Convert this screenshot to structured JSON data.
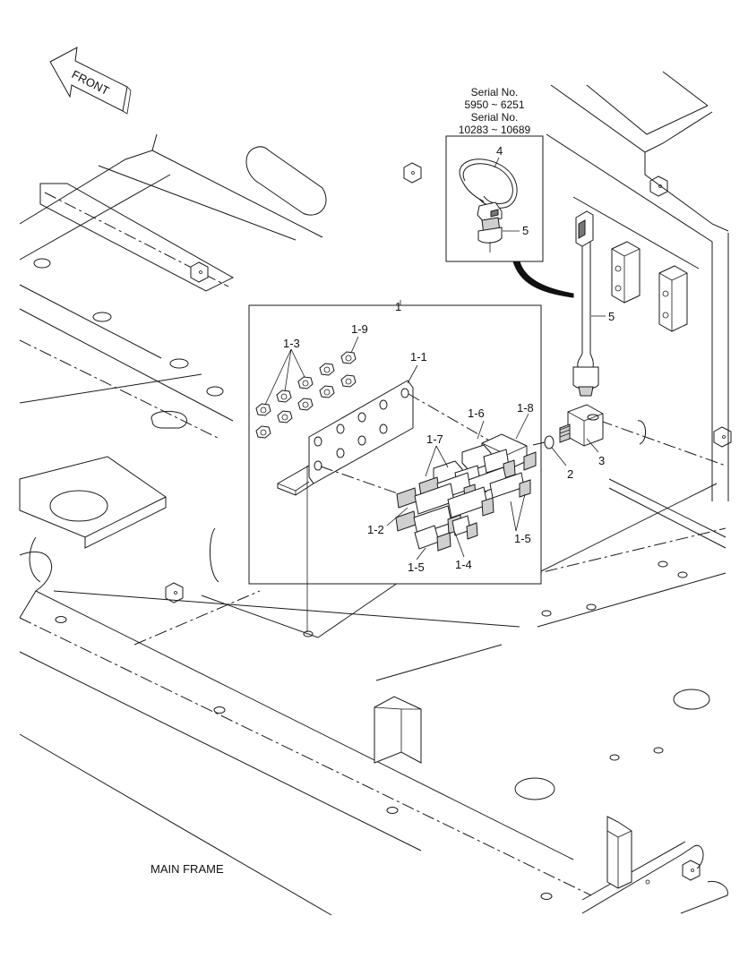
{
  "direction_arrow": {
    "label": "FRONT"
  },
  "serial_note": {
    "line1": "Serial No.",
    "line2": "5950 ~ 6251",
    "line3": "Serial No.",
    "line4": "10283 ~ 10689"
  },
  "frame_label": "MAIN FRAME",
  "callouts": {
    "c1": "1",
    "c1_1": "1-1",
    "c1_2": "1-2",
    "c1_3": "1-3",
    "c1_4": "1-4",
    "c1_5a": "1-5",
    "c1_5b": "1-5",
    "c1_6": "1-6",
    "c1_7": "1-7",
    "c1_8": "1-8",
    "c1_9": "1-9",
    "c2": "2",
    "c3": "3",
    "c4": "4",
    "c5a": "5",
    "c5b": "5"
  }
}
